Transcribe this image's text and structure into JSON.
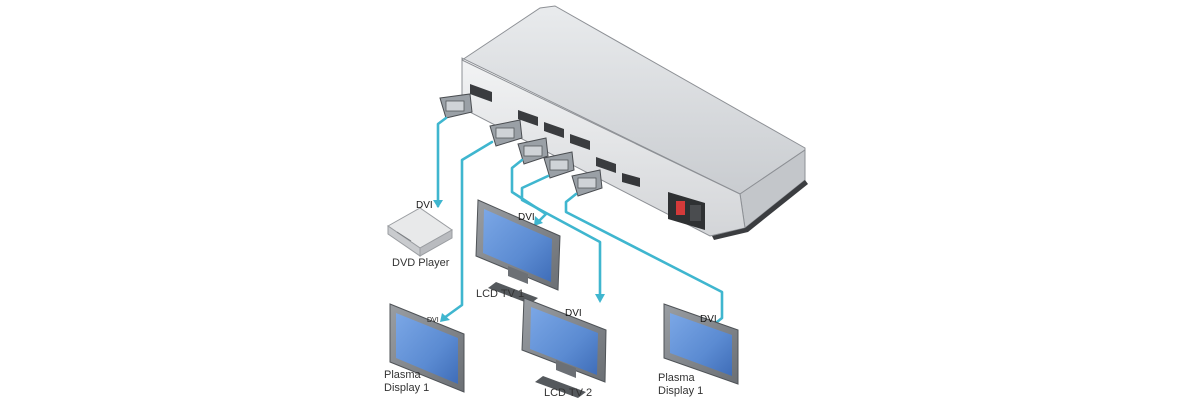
{
  "diagram": {
    "device_labels": {
      "dvd_player": "DVD Player",
      "lcd_tv_1": "LCD TV 1",
      "lcd_tv_2": "LCD TV 2",
      "plasma_display_left_line1": "Plasma",
      "plasma_display_left_line2": "Display 1",
      "plasma_display_right_line1": "Plasma",
      "plasma_display_right_line2": "Display 1"
    },
    "cable_labels": {
      "dvd": "DVI",
      "lcd_tv_1": "DVI",
      "lcd_tv_2": "DVI",
      "plasma_left": "DVI",
      "plasma_right": "DVI"
    },
    "colors": {
      "cable": "#3fb6cf",
      "screen": "#5f8fd6",
      "chassis": "#d9dbde"
    },
    "icons": [
      "distribution-amplifier",
      "dvi-connector",
      "dvd-player",
      "lcd-tv",
      "plasma-display",
      "power-socket"
    ]
  }
}
